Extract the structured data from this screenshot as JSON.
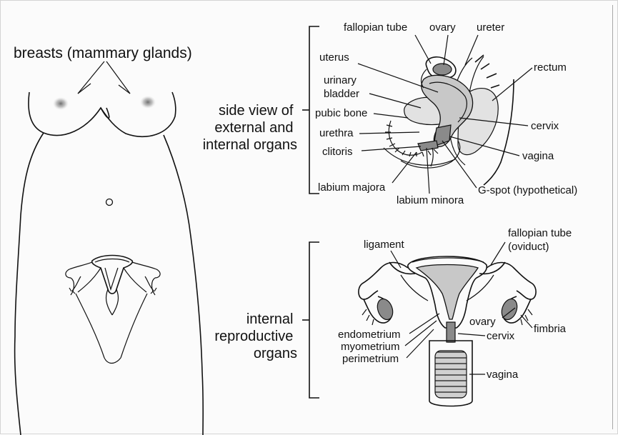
{
  "body_figure": {
    "breasts_label": "breasts (mammary glands)"
  },
  "side_view": {
    "group_label": [
      "side view of",
      "external and",
      "internal organs"
    ],
    "labels": {
      "fallopian_tube": "fallopian tube",
      "ovary": "ovary",
      "ureter": "ureter",
      "uterus": "uterus",
      "urinary_bladder": [
        "urinary",
        "bladder"
      ],
      "rectum": "rectum",
      "pubic_bone": "pubic bone",
      "cervix": "cervix",
      "urethra": "urethra",
      "clitoris": "clitoris",
      "vagina": "vagina",
      "labium_majora": "labium majora",
      "labium_minora": "labium minora",
      "g_spot": "G-spot (hypothetical)"
    }
  },
  "internal": {
    "group_label": [
      "internal",
      "reproductive",
      "organs"
    ],
    "labels": {
      "ligament": "ligament",
      "fallopian_tube": [
        "fallopian tube",
        "(oviduct)"
      ],
      "ovary": "ovary",
      "fimbria": "fimbria",
      "endometrium": "endometrium",
      "myometrium": "myometrium",
      "perimetrium": "perimetrium",
      "cervix": "cervix",
      "vagina": "vagina"
    }
  }
}
